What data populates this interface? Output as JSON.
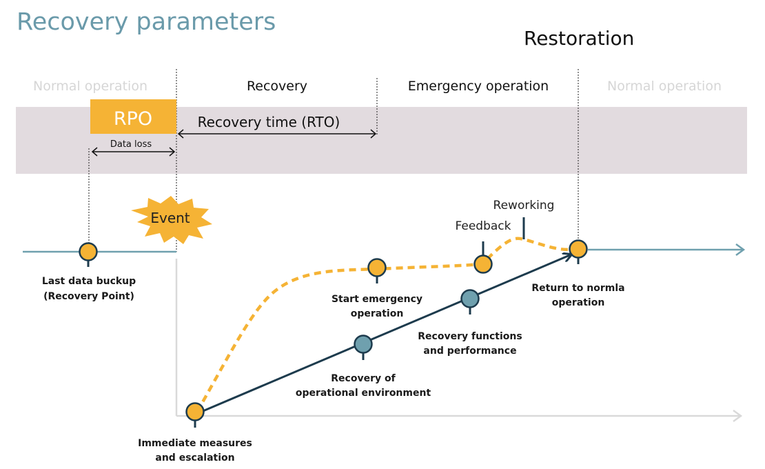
{
  "title": "Recovery  parameters",
  "restoration_label": "Restoration",
  "phases": {
    "normal_left": "Normal operation",
    "recovery": "Recovery",
    "emergency": "Emergency operation",
    "normal_right": "Normal operation"
  },
  "rpo": {
    "label": "RPO",
    "data_loss": "Data loss"
  },
  "rto": {
    "label": "Recovery time (RTO)"
  },
  "event_label": "Event",
  "milestones": {
    "last_backup": [
      "Last data buckup",
      "(Recovery Point)"
    ],
    "immediate": [
      "Immediate measures",
      "and escalation"
    ],
    "recovery_env": [
      "Recovery of",
      "operational environment"
    ],
    "start_emergency": [
      "Start emergency",
      "operation"
    ],
    "recovery_functions": [
      "Recovery functions",
      "and performance"
    ],
    "return_normal": [
      "Return to normla",
      "operation"
    ],
    "feedback": "Feedback",
    "reworking": "Reworking"
  },
  "colors": {
    "title": "#6a9aaa",
    "band": "#e2dbdf",
    "orange": "#f5b335",
    "navy": "#1d3b4d",
    "teal_node": "#6fa0ae",
    "timeline": "#6fa0ae",
    "faded_text": "#d6d6d6",
    "axis_gray": "#d9d9d9"
  }
}
